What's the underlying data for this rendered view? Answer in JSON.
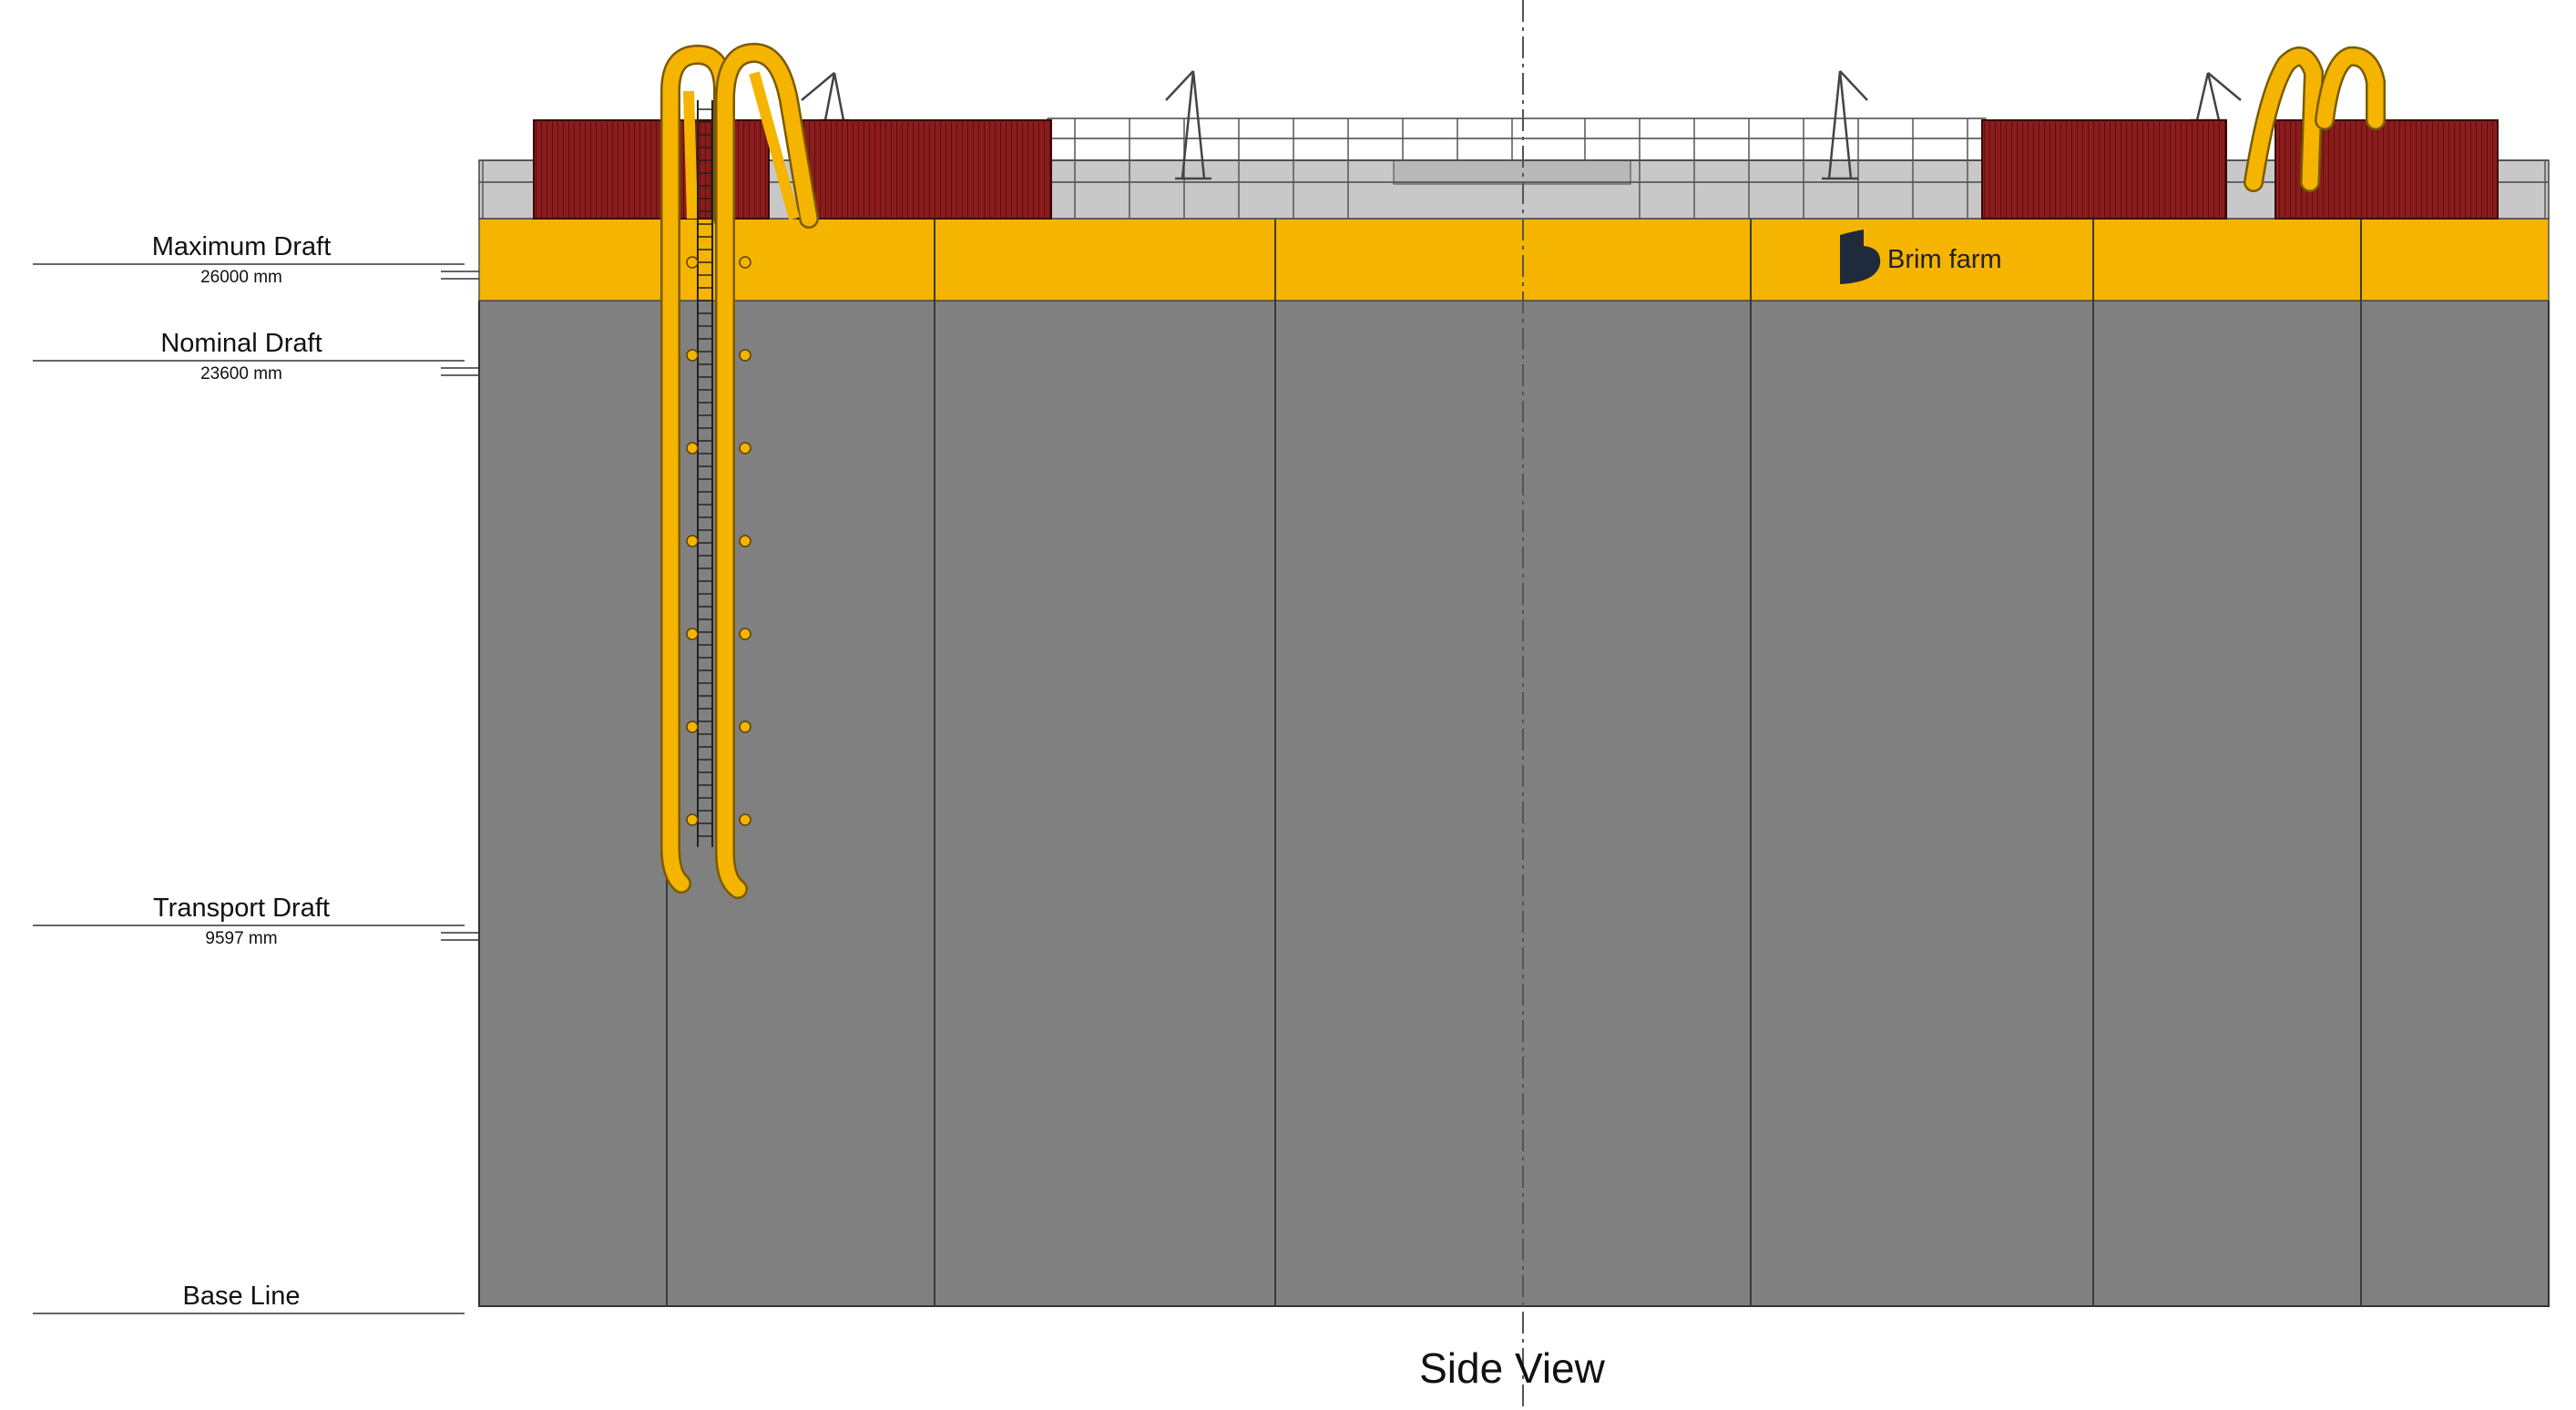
{
  "drafts": [
    {
      "name": "Maximum Draft",
      "value": "26000 mm"
    },
    {
      "name": "Nominal Draft",
      "value": "23600 mm"
    },
    {
      "name": "Transport Draft",
      "value": "9597 mm"
    },
    {
      "name": "Base Line",
      "value": ""
    }
  ],
  "brand": {
    "text": "Brim farm"
  },
  "view_title": "Side View",
  "colors": {
    "hull": "#808080",
    "splash_zone": "#f5b400",
    "ladder": "#f5b400",
    "containers": "#8b1c1c",
    "deck": "#c8c8c8",
    "logo": "#1f2a3c"
  },
  "icons": {
    "brand_logo": "brim-farm-logo-icon"
  }
}
